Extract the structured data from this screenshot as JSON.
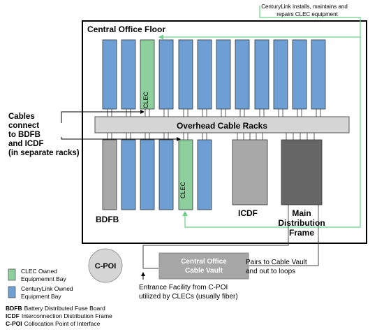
{
  "colors": {
    "clec": "#8ecf9e",
    "centurylink": "#6e9fd4",
    "bdfb": "#a8a8a8",
    "icdf": "#a8a8a8",
    "main_frame": "#666666",
    "rack_band": "#d6d6d6",
    "vault": "#a6a6a6",
    "cpoi": "#d6d6d6",
    "green_line": "#6fcf8a"
  },
  "header_note": {
    "line1": "CenturyLink installs, maintains and",
    "line2": "repairs CLEC equipment"
  },
  "floor": {
    "title": "Central Office Floor"
  },
  "racks": {
    "label": "Overhead Cable Racks"
  },
  "bays": {
    "clec_bay_label": "CLEC",
    "bdfb_label": "BDFB",
    "icdf_label": "ICDF",
    "mdf_line1": "Main",
    "mdf_line2": "Distribution",
    "mdf_line3": "Frame"
  },
  "cables_note": {
    "line1": "Cables",
    "line2": "connect",
    "line3": "to BDFB",
    "line4": "and ICDF",
    "line5": "(in separate racks)"
  },
  "cpoi": {
    "label": "C-POI"
  },
  "vault": {
    "line1": "Central Office",
    "line2": "Cable Vault"
  },
  "pairs_note": {
    "line1": "Pairs to Cable Vault",
    "line2": "and out to loops"
  },
  "entrance_note": {
    "line1": "Entrance Facility from C-POI",
    "line2": "utilized by CLECs (usually fiber)"
  },
  "legend": {
    "clec_line1": "CLEC  Owned",
    "clec_line2": "Equipmemnt Bay",
    "cl_line1": "CenturyLink Owned",
    "cl_line2": "Equipment Bay"
  },
  "abbreviations": [
    {
      "abbr": "BDFB",
      "text": "Battery Distributed Fuse Board"
    },
    {
      "abbr": "ICDF",
      "text": "Interconnection Distribution Frame"
    },
    {
      "abbr": "C-POI",
      "text": "Collocation Point of Interface"
    }
  ]
}
